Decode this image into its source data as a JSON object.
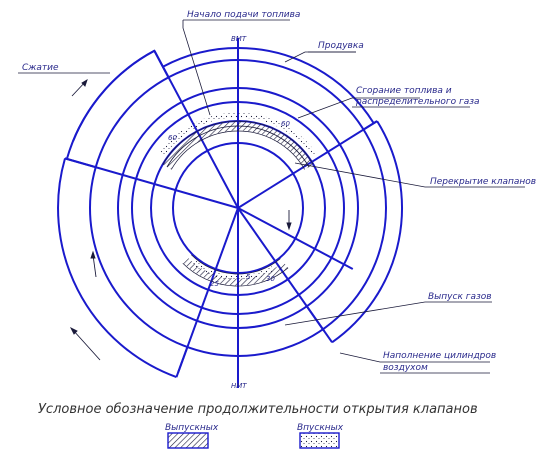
{
  "labels": {
    "fuel_start": "Начало подачи топлива",
    "purge": "Продувка",
    "compression": "Сжатие",
    "combustion_line1": "Сгорание топлива и",
    "combustion_line2": "распределительного газа",
    "valve_overlap": "Перекрытие клапанов",
    "exhaust": "Выпуск газов",
    "fill_line1": "Наполнение цилиндров",
    "fill_line2": "воздухом",
    "tdc": "ВМТ",
    "bdc": "НМТ",
    "angle_top_left": "60",
    "angle_top_right": "60",
    "angle_bottom_left": "25",
    "angle_bottom_center": "5",
    "angle_bottom_right": "30"
  },
  "caption": "Условное обозначение продолжительности открытия клапанов",
  "legend": {
    "exhaust_label": "Выпускных",
    "intake_label": "Впускных"
  },
  "colors": {
    "line": "#1a1acc",
    "dark": "#1a1a3a",
    "text": "#2a2a8c"
  }
}
